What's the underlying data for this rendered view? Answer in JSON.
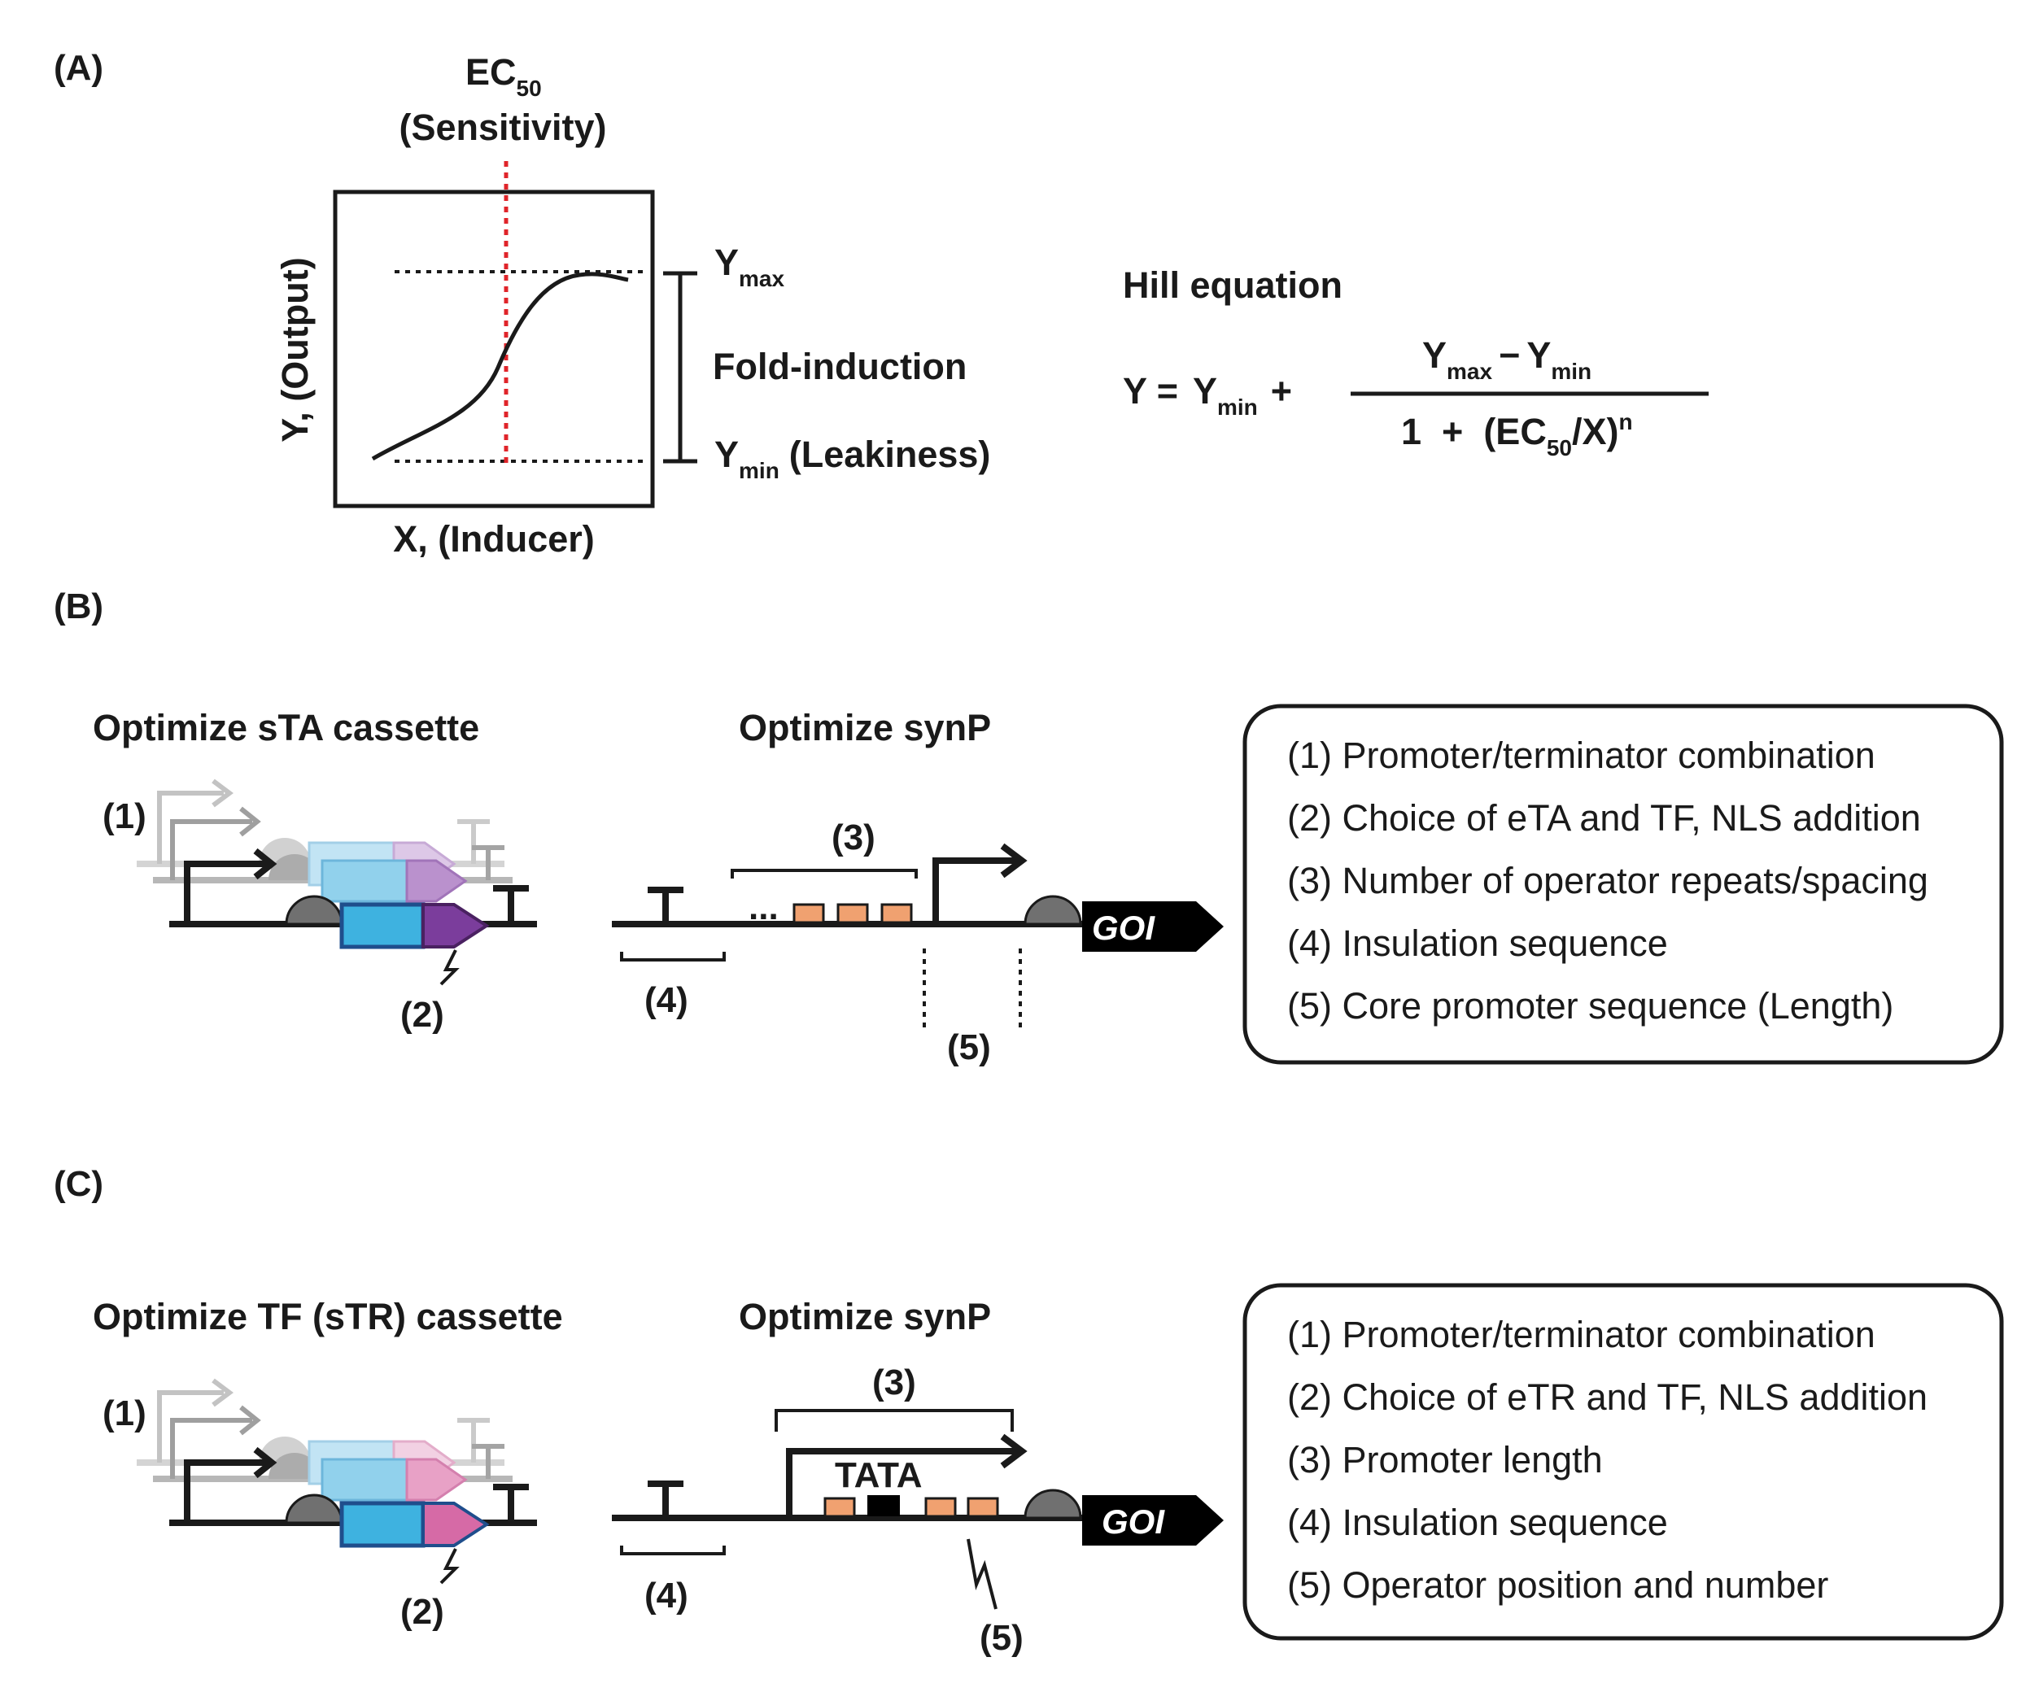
{
  "panels": {
    "a": {
      "label": "(A)",
      "ec50_main": "EC",
      "ec50_sub": "50",
      "sensitivity": "(Sensitivity)",
      "y_axis": "Y, (Output)",
      "x_axis": "X, (Inducer)",
      "ymax_main": "Y",
      "ymax_sub": "max",
      "fold_induction": "Fold-induction",
      "ymin_main": "Y",
      "ymin_sub": "min",
      "leakiness": "(Leakiness)",
      "colors": {
        "curve": "#1a1a1a",
        "ec50_line": "#e0242a"
      }
    },
    "hill": {
      "title": "Hill equation",
      "lhs": "Y =",
      "ymin_main": "Y",
      "ymin_sub": "min",
      "plus": "+",
      "num_ymax_main": "Y",
      "num_ymax_sub": "max",
      "num_minus": "−",
      "num_ymin_main": "Y",
      "num_ymin_sub": "min",
      "den_one_plus": "1  +  (EC",
      "den_sub": "50",
      "den_close": "/X)",
      "den_exp": "n"
    },
    "b": {
      "label": "(B)",
      "cassette_title": "Optimize sTA cassette",
      "synp_title": "Optimize synP",
      "num1": "(1)",
      "num2": "(2)",
      "num3": "(3)",
      "num4": "(4)",
      "num5": "(5)",
      "ellipsis": "...",
      "goi": "GOI",
      "list": [
        "(1) Promoter/terminator combination",
        "(2) Choice of eTA and TF, NLS addition",
        "(3) Number of operator repeats/spacing",
        "(4) Insulation sequence",
        "(5) Core promoter sequence (Length)"
      ],
      "colors": {
        "cds": "#3eb2e0",
        "effector": "#7b3d9c",
        "operator": "#f0a170",
        "rbs": "#707070"
      }
    },
    "c": {
      "label": "(C)",
      "cassette_title": "Optimize TF (sTR) cassette",
      "synp_title": "Optimize synP",
      "num1": "(1)",
      "num2": "(2)",
      "num3": "(3)",
      "num4": "(4)",
      "num5": "(5)",
      "tata": "TATA",
      "goi": "GOI",
      "list": [
        "(1) Promoter/terminator combination",
        "(2) Choice of eTR and TF, NLS addition",
        "(3) Promoter length",
        "(4) Insulation sequence",
        "(5) Operator position and number"
      ],
      "colors": {
        "cds": "#3eb2e0",
        "effector": "#d66aa6",
        "operator": "#f0a170",
        "rbs": "#707070"
      }
    }
  }
}
